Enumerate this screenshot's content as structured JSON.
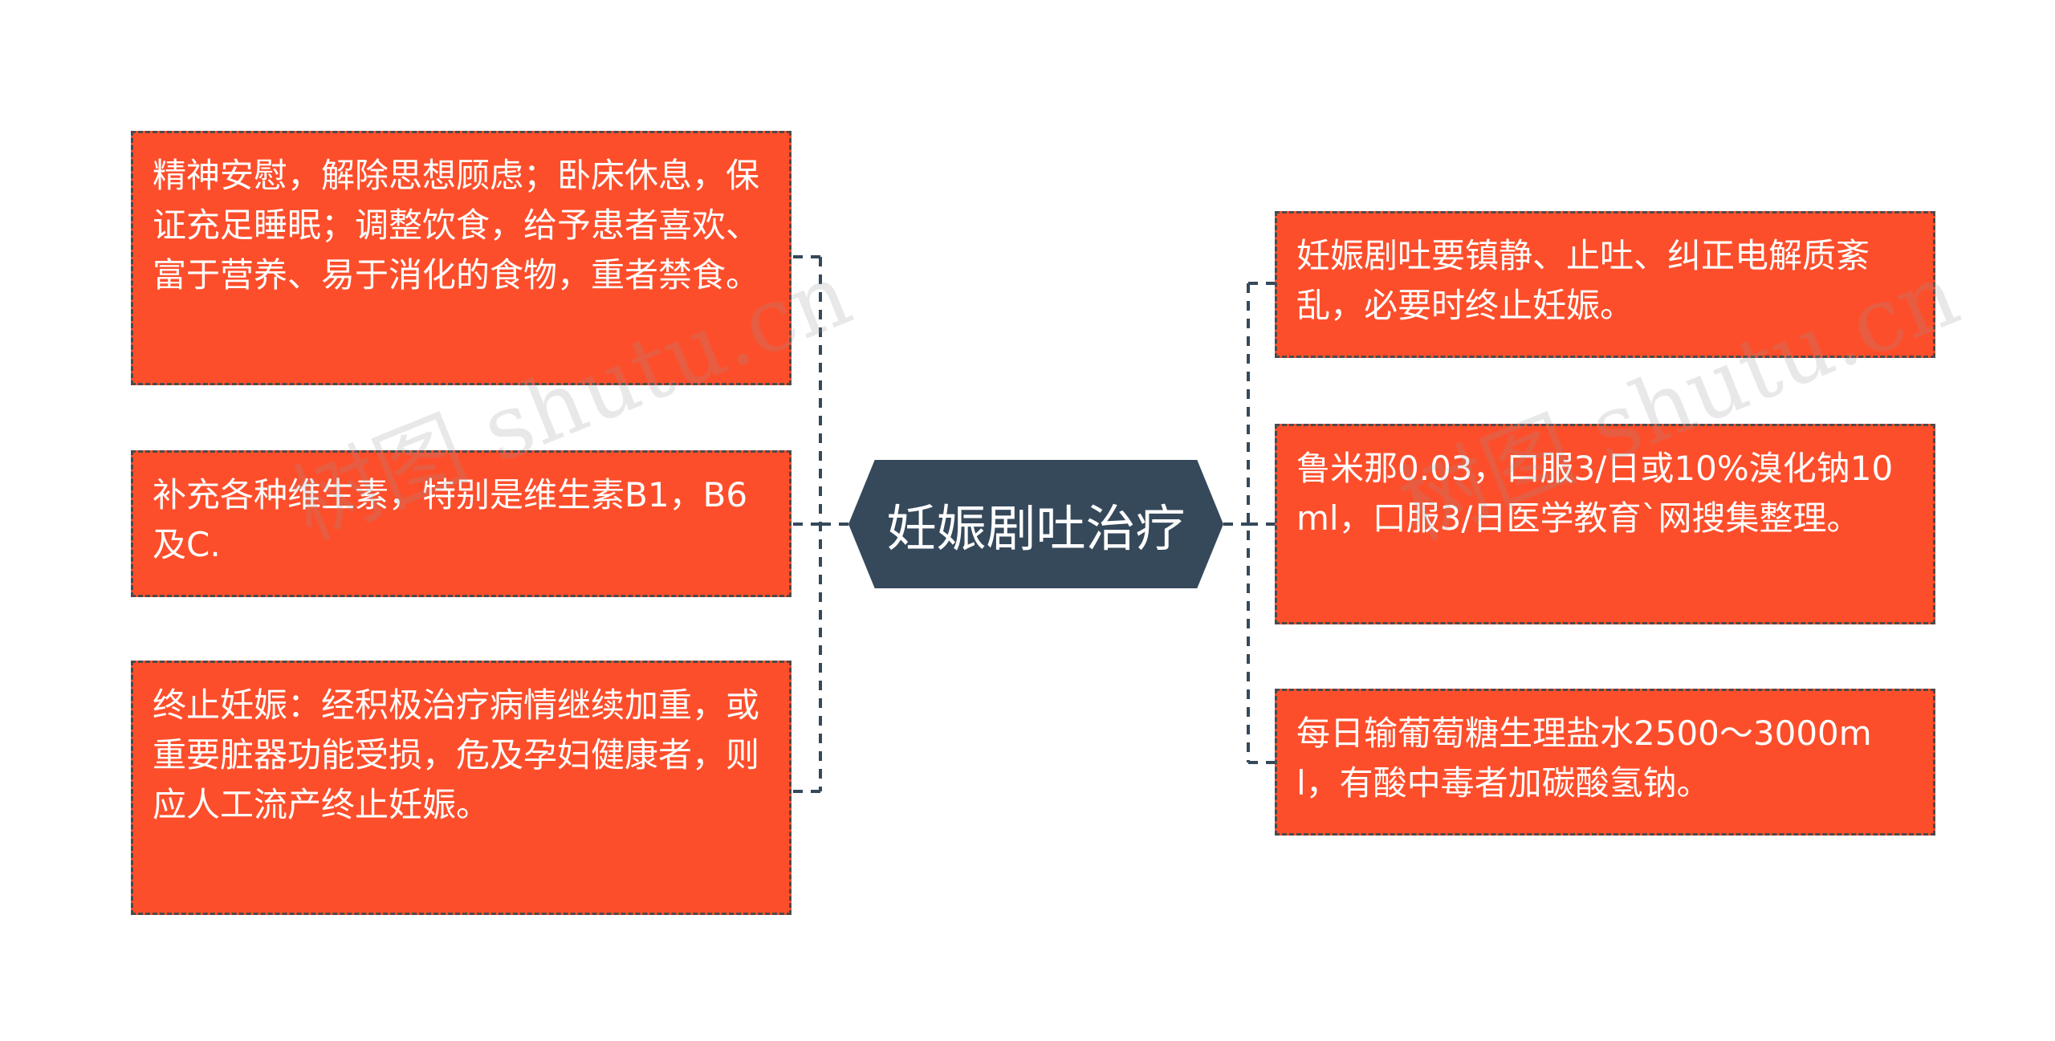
{
  "mindmap": {
    "center": {
      "label": "妊娠剧吐治疗"
    },
    "left_nodes": [
      {
        "text": "精神安慰，解除思想顾虑；卧床休息，保证充足睡眠；调整饮食，给予患者喜欢、富于营养、易于消化的食物，重者禁食。"
      },
      {
        "text": "补充各种维生素，特别是维生素B1，B6及C."
      },
      {
        "text": "终止妊娠：经积极治疗病情继续加重，或重要脏器功能受损，危及孕妇健康者，则应人工流产终止妊娠。"
      }
    ],
    "right_nodes": [
      {
        "text": "妊娠剧吐要镇静、止吐、纠正电解质紊乱，必要时终止妊娠。"
      },
      {
        "text": "鲁米那0.03，口服3/日或10%溴化钠10ml，口服3/日医学教育`网搜集整理。"
      },
      {
        "text": "每日输葡萄糖生理盐水2500～3000ml，有酸中毒者加碳酸氢钠。"
      }
    ]
  },
  "watermark": {
    "text": "树图 shutu.cn"
  },
  "colors": {
    "node_fill": "#fd4e2b",
    "node_border": "#4b4b4b",
    "center_fill": "#35495b",
    "connector": "#35495b",
    "text": "#ffffff"
  }
}
